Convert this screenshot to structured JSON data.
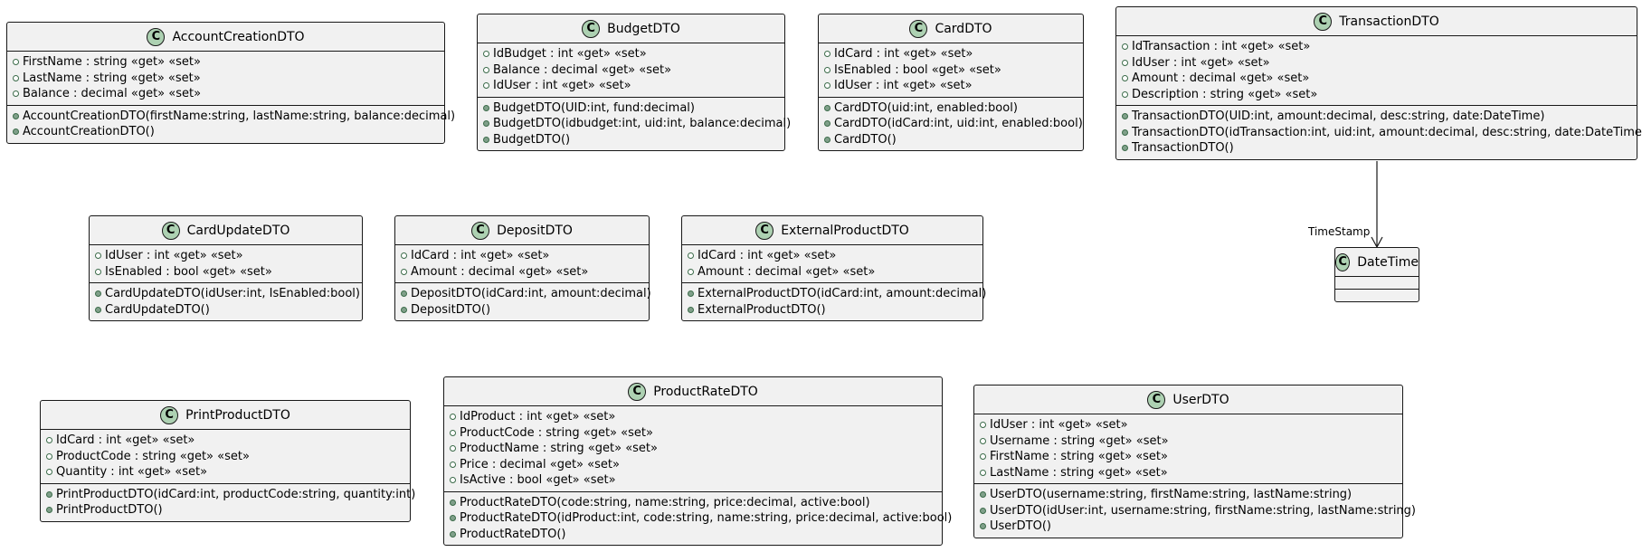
{
  "classes": [
    {
      "name": "AccountCreationDTO",
      "fields": [
        "FirstName : string «get» «set»",
        "LastName : string «get» «set»",
        "Balance : decimal «get» «set»"
      ],
      "methods": [
        "AccountCreationDTO(firstName:string, lastName:string, balance:decimal)",
        "AccountCreationDTO()"
      ]
    },
    {
      "name": "BudgetDTO",
      "fields": [
        "IdBudget : int «get» «set»",
        "Balance : decimal «get» «set»",
        "IdUser : int «get» «set»"
      ],
      "methods": [
        "BudgetDTO(UID:int, fund:decimal)",
        "BudgetDTO(idbudget:int, uid:int, balance:decimal)",
        "BudgetDTO()"
      ]
    },
    {
      "name": "CardDTO",
      "fields": [
        "IdCard : int «get» «set»",
        "IsEnabled : bool «get» «set»",
        "IdUser : int «get» «set»"
      ],
      "methods": [
        "CardDTO(uid:int, enabled:bool)",
        "CardDTO(idCard:int, uid:int, enabled:bool)",
        "CardDTO()"
      ]
    },
    {
      "name": "TransactionDTO",
      "fields": [
        "IdTransaction : int «get» «set»",
        "IdUser : int «get» «set»",
        "Amount : decimal «get» «set»",
        "Description : string «get» «set»"
      ],
      "methods": [
        "TransactionDTO(UID:int, amount:decimal, desc:string, date:DateTime)",
        "TransactionDTO(idTransaction:int, uid:int, amount:decimal, desc:string, date:DateTime)",
        "TransactionDTO()"
      ]
    },
    {
      "name": "CardUpdateDTO",
      "fields": [
        "IdUser : int «get» «set»",
        "IsEnabled : bool «get» «set»"
      ],
      "methods": [
        "CardUpdateDTO(idUser:int, IsEnabled:bool)",
        "CardUpdateDTO()"
      ]
    },
    {
      "name": "DepositDTO",
      "fields": [
        "IdCard : int «get» «set»",
        "Amount : decimal «get» «set»"
      ],
      "methods": [
        "DepositDTO(idCard:int, amount:decimal)",
        "DepositDTO()"
      ]
    },
    {
      "name": "ExternalProductDTO",
      "fields": [
        "IdCard : int «get» «set»",
        "Amount : decimal «get» «set»"
      ],
      "methods": [
        "ExternalProductDTO(idCard:int, amount:decimal)",
        "ExternalProductDTO()"
      ]
    },
    {
      "name": "DateTime",
      "fields": [],
      "methods": []
    },
    {
      "name": "PrintProductDTO",
      "fields": [
        "IdCard : int «get» «set»",
        "ProductCode : string «get» «set»",
        "Quantity : int «get» «set»"
      ],
      "methods": [
        "PrintProductDTO(idCard:int, productCode:string, quantity:int)",
        "PrintProductDTO()"
      ]
    },
    {
      "name": "ProductRateDTO",
      "fields": [
        "IdProduct : int «get» «set»",
        "ProductCode : string «get» «set»",
        "ProductName : string «get» «set»",
        "Price : decimal «get» «set»",
        "IsActive : bool «get» «set»"
      ],
      "methods": [
        "ProductRateDTO(code:string, name:string, price:decimal, active:bool)",
        "ProductRateDTO(idProduct:int, code:string, name:string, price:decimal, active:bool)",
        "ProductRateDTO()"
      ]
    },
    {
      "name": "UserDTO",
      "fields": [
        "IdUser : int «get» «set»",
        "Username : string «get» «set»",
        "FirstName : string «get» «set»",
        "LastName : string «get» «set»"
      ],
      "methods": [
        "UserDTO(username:string, firstName:string, lastName:string)",
        "UserDTO(idUser:int, username:string, firstName:string, lastName:string)",
        "UserDTO()"
      ]
    }
  ],
  "stereotype_badge": "C",
  "associations": [
    {
      "from": "TransactionDTO",
      "to": "DateTime",
      "label": "TimeStamp"
    }
  ]
}
